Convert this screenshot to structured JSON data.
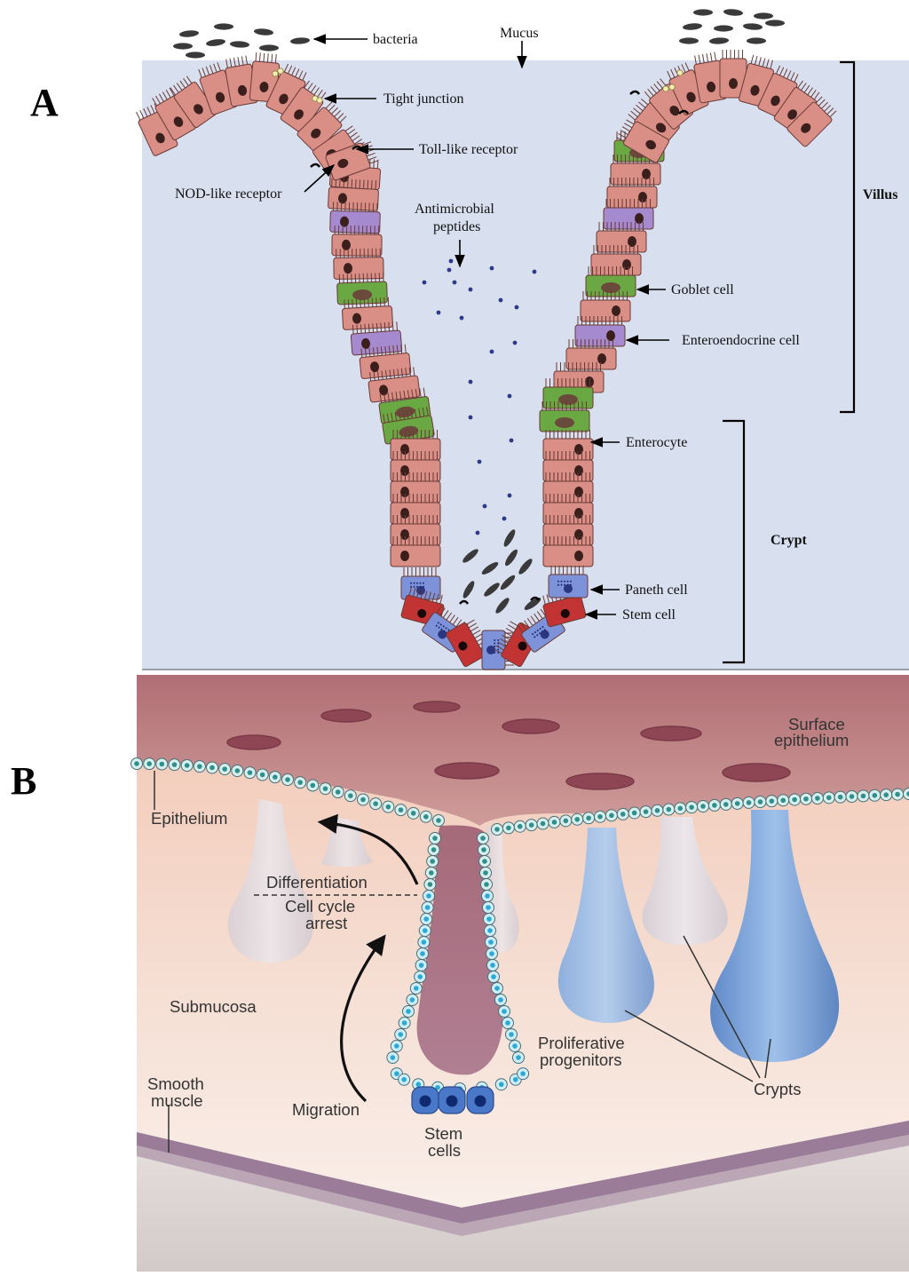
{
  "panels": [
    {
      "letter": "A",
      "labels": {
        "bacteria": "bacteria",
        "mucus": "Mucus",
        "tight_junction": "Tight junction",
        "toll_like": "Toll-like receptor",
        "nod_like": "NOD-like receptor",
        "antimicrobial_1": "Antimicrobial",
        "antimicrobial_2": "peptides",
        "goblet": "Goblet cell",
        "enteroendocrine": "Enteroendocrine cell",
        "enterocyte": "Enterocyte",
        "paneth": "Paneth cell",
        "stem": "Stem cell",
        "villus": "Villus",
        "crypt": "Crypt"
      },
      "colors": {
        "background": "#d8dfee",
        "enterocyte": "#d98e86",
        "goblet": "#6aa843",
        "enteroendocrine": "#a68ad0",
        "paneth": "#7d92d8",
        "stem": "#c23333"
      }
    },
    {
      "letter": "B",
      "labels": {
        "surface_epithelium_1": "Surface",
        "surface_epithelium_2": "epithelium",
        "epithelium": "Epithelium",
        "differentiation": "Differentiation",
        "cell_cycle_1": "Cell cycle",
        "cell_cycle_2": "arrest",
        "submucosa": "Submucosa",
        "smooth_muscle_1": "Smooth",
        "smooth_muscle_2": "muscle",
        "migration": "Migration",
        "stem_cells_1": "Stem",
        "stem_cells_2": "cells",
        "proliferative_1": "Proliferative",
        "proliferative_2": "progenitors",
        "crypts": "Crypts"
      },
      "colors": {
        "surface": "#b8787c",
        "tissue": "#f0d6c8",
        "proliferative_text": "#2aa8c8",
        "stem_text": "#2a56a8",
        "crypt_blue": "#7d9fcf",
        "muscle": "#8a6c8c"
      }
    }
  ]
}
